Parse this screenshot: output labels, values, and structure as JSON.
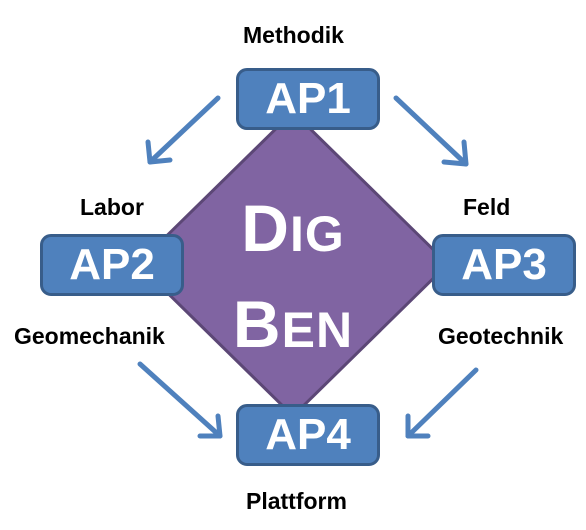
{
  "center": {
    "line1_first": "D",
    "line1_rest": "IG",
    "line2_first": "B",
    "line2_rest": "EN"
  },
  "boxes": {
    "ap1": "AP1",
    "ap2": "AP2",
    "ap3": "AP3",
    "ap4": "AP4"
  },
  "labels": {
    "methodik": "Methodik",
    "labor": "Labor",
    "feld": "Feld",
    "geomechanik": "Geomechanik",
    "geotechnik": "Geotechnik",
    "plattform": "Plattform"
  },
  "colors": {
    "diamond_fill": "#8064a2",
    "diamond_stroke": "#5c4776",
    "box_fill": "#4f81bd",
    "box_stroke": "#385d8a",
    "arrow": "#4f81bd"
  }
}
